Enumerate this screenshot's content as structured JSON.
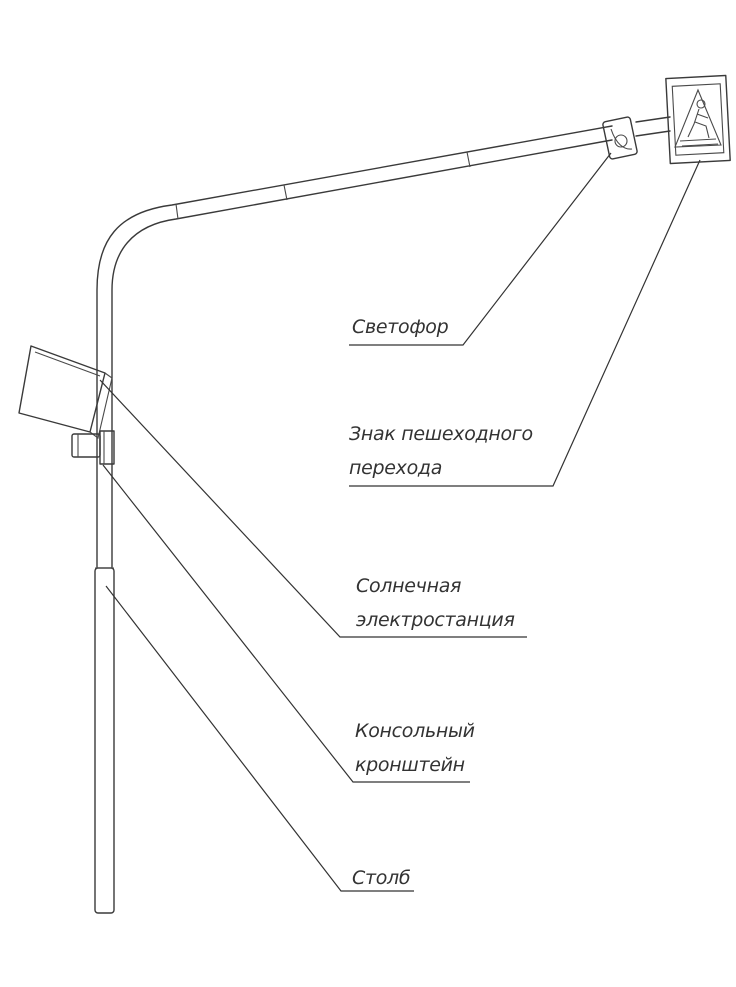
{
  "labels": {
    "traffic_light": "Светофор",
    "crossing_sign_line1": "Знак пешеходного",
    "crossing_sign_line2": "перехода",
    "solar_line1": "Солнечная",
    "solar_line2": "электростанция",
    "bracket_line1": "Консольный",
    "bracket_line2": "кронштейн",
    "pole": "Столб"
  }
}
